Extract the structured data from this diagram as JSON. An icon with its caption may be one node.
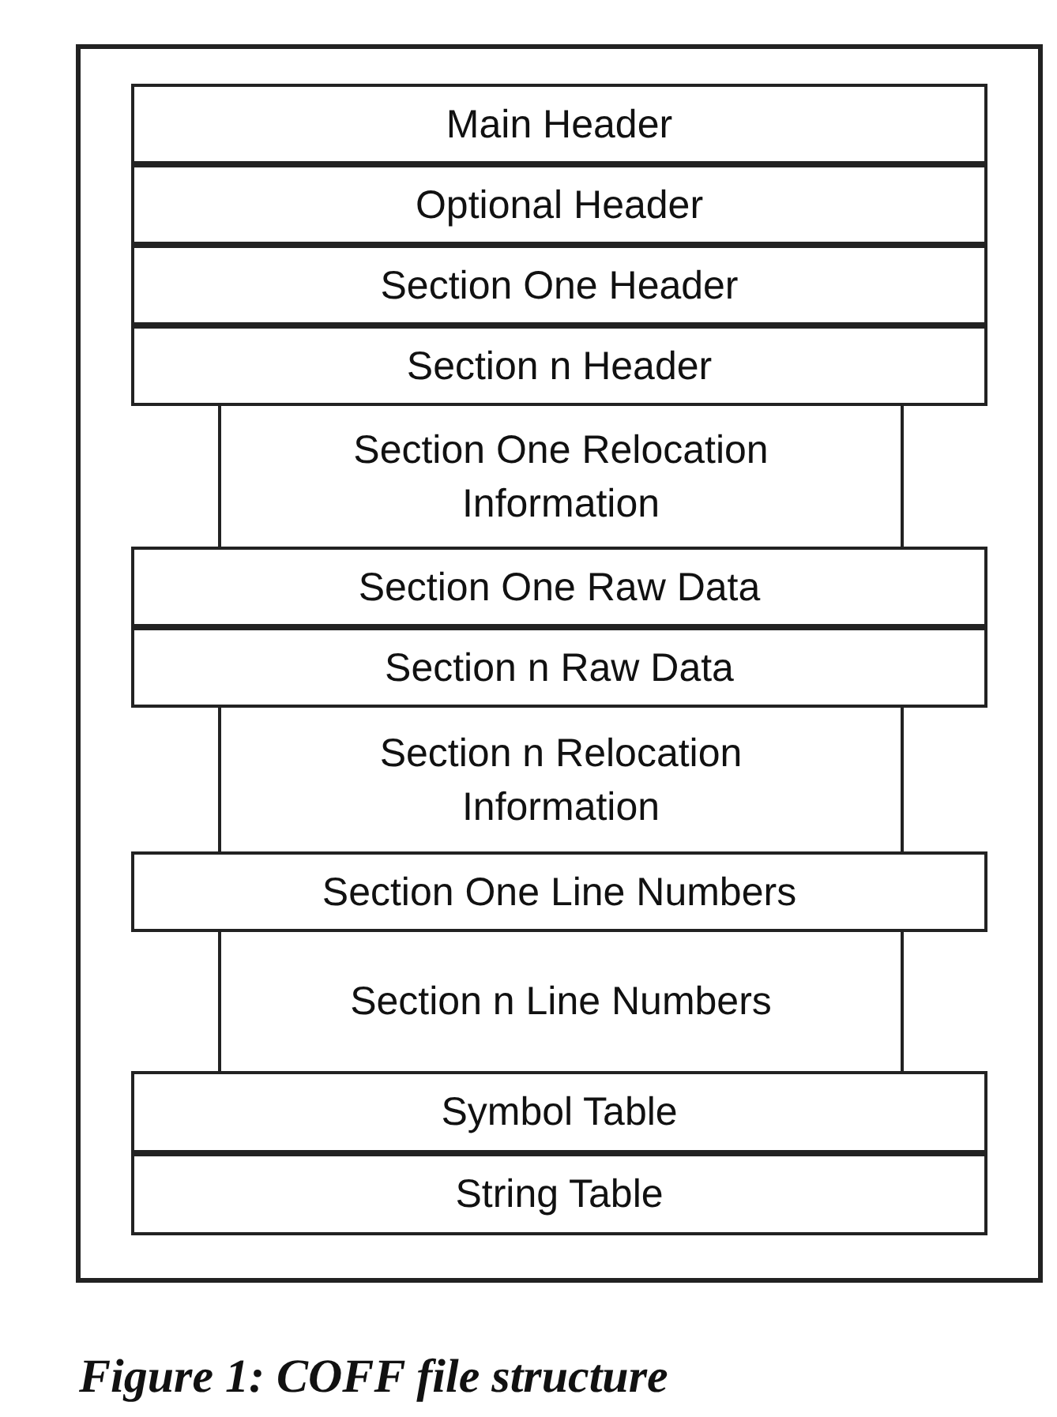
{
  "diagram": {
    "caption": "Figure 1: COFF file structure",
    "nodes": [
      {
        "text": [],
        "shape": "box"
      },
      {
        "text": [
          "Main Header"
        ],
        "in": 0
      },
      {
        "text": [
          "Optional Header"
        ],
        "in": 0
      },
      {
        "text": [
          "Section One Header"
        ],
        "in": 0
      },
      {
        "text": [
          "Section n Header"
        ],
        "in": 0
      },
      {
        "text": [
          "Section One Relocation Information"
        ],
        "in": 0
      },
      {
        "text": [
          "Section One Raw Data"
        ],
        "in": 0
      },
      {
        "text": [
          "Section n Raw Data"
        ],
        "in": 0
      },
      {
        "text": [
          "Section n Relocation Information"
        ],
        "in": 0
      },
      {
        "text": [
          "Section One Line Numbers"
        ],
        "in": 0
      },
      {
        "text": [
          "Section n Line Numbers"
        ],
        "in": 0
      },
      {
        "text": [
          "Symbol Table"
        ],
        "in": 0
      },
      {
        "text": [
          "String Table"
        ],
        "in": 0
      }
    ],
    "edges": []
  }
}
